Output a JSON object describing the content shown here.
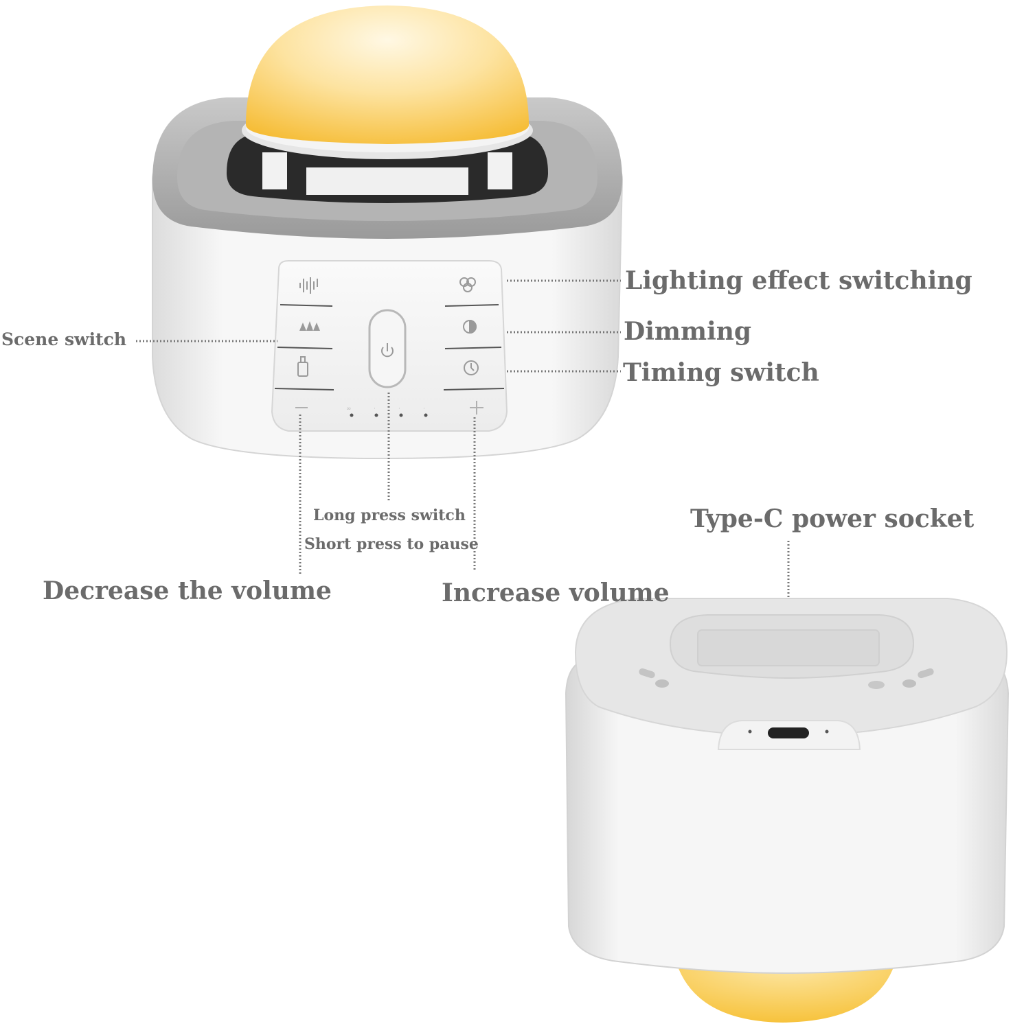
{
  "labels": {
    "lighting_effect": "Lighting effect switching",
    "dimming": "Dimming",
    "timing_switch": "Timing switch",
    "scene_switch": "Scene switch",
    "long_press": "Long press switch",
    "short_press": "Short press to pause",
    "decrease_volume": "Decrease the volume",
    "increase_volume": "Increase volume",
    "typec_socket": "Type-C power socket"
  },
  "colors": {
    "label_text": "#6b6b6b",
    "lamp_glow": "#f7c545",
    "lamp_highlight": "#fff6dc",
    "device_body": "#f4f4f4",
    "device_top_ring": "#a9a9a9",
    "leader_line": "#777777"
  },
  "icons": {
    "button_1": "sound-wave-icon",
    "button_2": "scene-forest-icon",
    "button_3": "bottle-icon",
    "button_4": "minus-icon",
    "button_5": "lighting-effect-icon",
    "button_6": "dimming-icon",
    "button_7": "clock-icon",
    "button_8": "plus-icon",
    "center": "power-icon"
  }
}
